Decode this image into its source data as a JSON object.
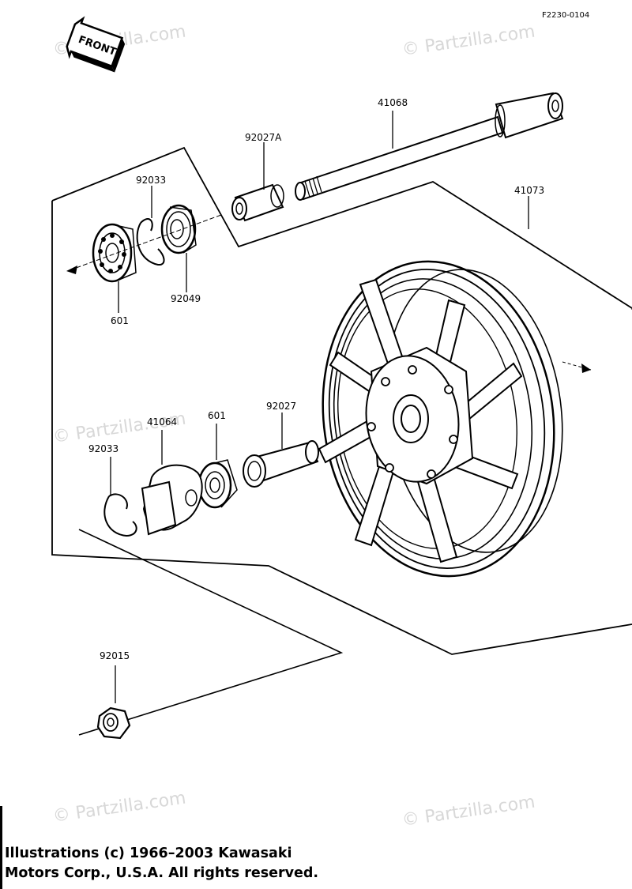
{
  "figure_code": "F2230-0104",
  "front_badge": "FRONT",
  "watermark": "© Partzilla.com",
  "parts": {
    "axle": "41068",
    "collar_a": "92027A",
    "circlip_top": "92033",
    "wheel": "41073",
    "bearing_top": "601",
    "oil_seal": "92049",
    "gear_housing": "41064",
    "bearing_mid": "601",
    "collar_b": "92027",
    "circlip_bottom": "92033",
    "nut": "92015"
  },
  "copyright": {
    "line1": "Illustrations (c) 1966–2003 Kawasaki",
    "line2": "Motors Corp., U.S.A.  All rights reserved."
  }
}
